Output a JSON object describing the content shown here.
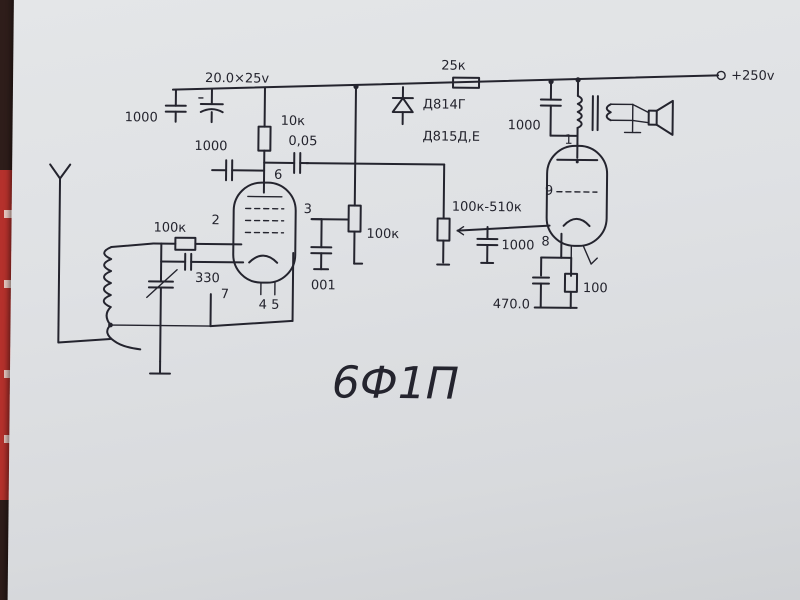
{
  "schematic": {
    "labels": {
      "supply_cap": "20.0×25v",
      "supply_voltage": "+250v",
      "dropper_resistor": "25к",
      "zener": "Д814Г",
      "zener_alt": "Д815Д,Е",
      "cap_1000_left": "1000",
      "cap_1000_grid": "1000",
      "anode_res": "10к",
      "coupling_cap": "0,05",
      "grid_res": "100к",
      "pin_2": "2",
      "pin_3": "3",
      "pin_6": "6",
      "pin_7": "7",
      "pin_45": "4 5",
      "cap_330": "330",
      "cap_001": "001",
      "pot_100k": "100к",
      "volume_pot": "100к-510к",
      "cap_1000_mid": "1000",
      "cap_1000_out": "1000",
      "pin_1": "1",
      "pin_8": "8",
      "pin_9": "9",
      "cathode_cap": "470.0",
      "cathode_res": "100",
      "tube_type": "6Ф1П"
    }
  }
}
